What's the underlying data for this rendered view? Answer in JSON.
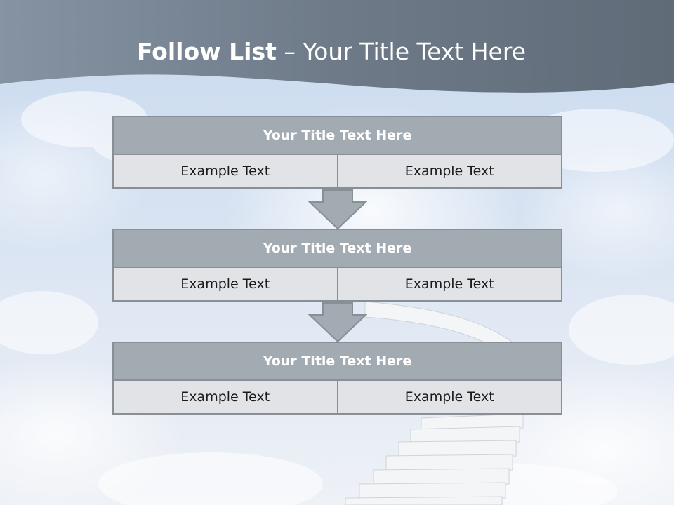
{
  "slide": {
    "title_strong": "Follow List",
    "title_rest": "– Your Title Text Here"
  },
  "rows": [
    {
      "title": "Your Title Text Here",
      "cells": [
        "Example Text",
        "Example Text"
      ]
    },
    {
      "title": "Your Title Text Here",
      "cells": [
        "Example Text",
        "Example Text"
      ]
    },
    {
      "title": "Your Title Text Here",
      "cells": [
        "Example Text",
        "Example Text"
      ]
    }
  ],
  "colors": {
    "header_band": "#6f7b89",
    "row_title_fill": "#a2aab2",
    "row_cell_fill": "#e1e3e6",
    "border": "#888f96",
    "arrow_fill": "#a2aab2"
  },
  "icons": [
    "arrow-down-icon",
    "arrow-down-icon"
  ]
}
